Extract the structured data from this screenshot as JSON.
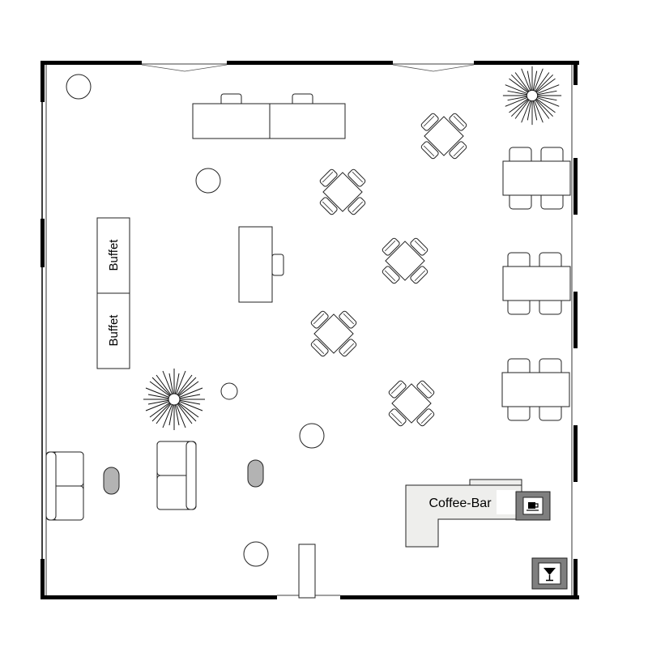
{
  "plan": {
    "labels": {
      "buffet_1": "Buffet",
      "buffet_2": "Buffet",
      "coffee_bar": "Coffee-Bar"
    },
    "icons": {
      "coffee_machine": "coffee-cup-icon",
      "cocktail": "cocktail-glass-icon",
      "plant": "potted-plant-icon"
    },
    "colors": {
      "wall": "#000000",
      "line": "#222222",
      "counter_fill": "#eeeeec",
      "appliance_fill": "#7f7f7f",
      "bench_fill": "#b3b3b3"
    }
  }
}
